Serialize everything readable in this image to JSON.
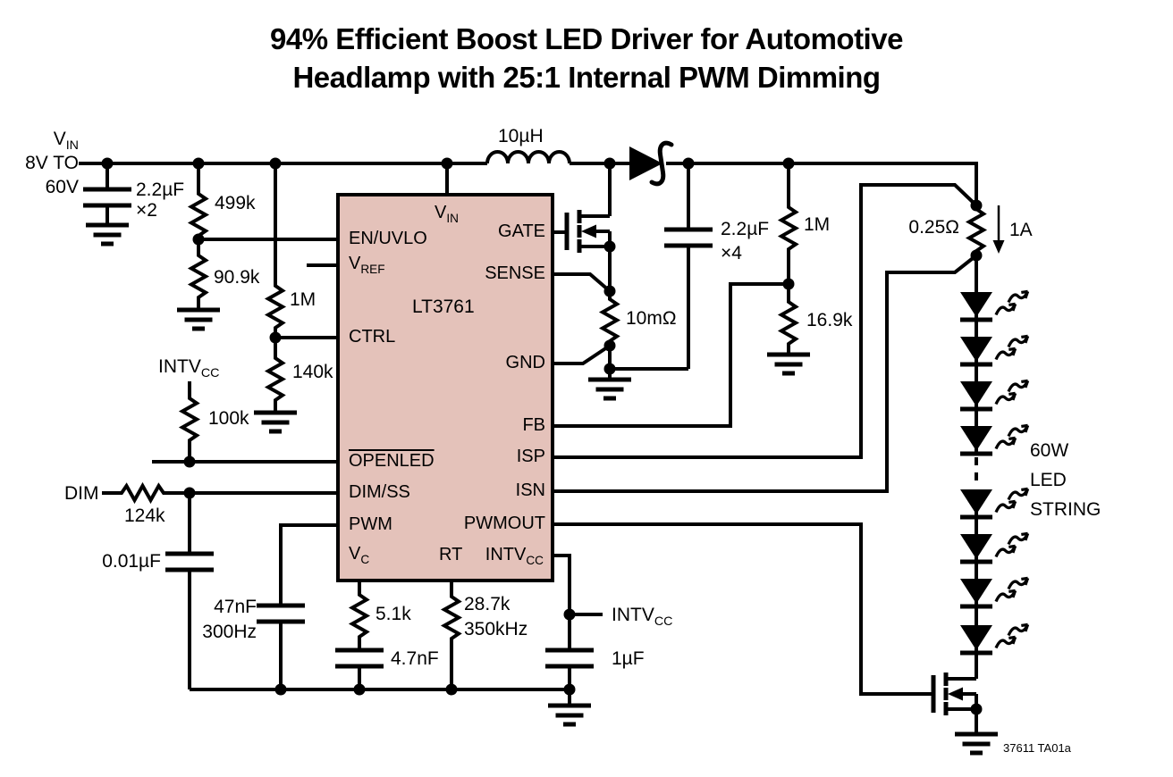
{
  "title": {
    "line1": "94% Efficient Boost LED Driver for Automotive",
    "line2": "Headlamp with 25:1 Internal PWM Dimming"
  },
  "source": {
    "vin": {
      "base": "V",
      "sub": "IN"
    },
    "range1": "8V TO",
    "range2": "60V"
  },
  "ic": {
    "name": "LT3761",
    "pins": {
      "vin": {
        "base": "V",
        "sub": "IN"
      },
      "en_uvlo": "EN/UVLO",
      "vref": {
        "base": "V",
        "sub": "REF"
      },
      "ctrl": "CTRL",
      "openled": "OPENLED",
      "dim_ss": "DIM/SS",
      "pwm": "PWM",
      "vc": {
        "base": "V",
        "sub": "C"
      },
      "rt": "RT",
      "intvcc": {
        "base": "INTV",
        "sub": "CC"
      },
      "gate": "GATE",
      "sense": "SENSE",
      "gnd": "GND",
      "fb": "FB",
      "isp": "ISP",
      "isn": "ISN",
      "pwmout": "PWMOUT"
    }
  },
  "components": {
    "input_cap": {
      "value": "2.2µF",
      "mult": "×2"
    },
    "r_uvlo_top": "499k",
    "r_uvlo_bottom": "90.9k",
    "r_ctrl_top": "1M",
    "r_ctrl_bottom": "140k",
    "r_openled_pullup": "100k",
    "r_dim": "124k",
    "c_softstart": "0.01µF",
    "c_pwm": {
      "value": "47nF",
      "freq": "300Hz"
    },
    "r_vc": "5.1k",
    "c_vc": "4.7nF",
    "r_rt": {
      "value": "28.7k",
      "freq": "350kHz"
    },
    "c_intvcc": "1µF",
    "inductor": "10µH",
    "r_sense": "10mΩ",
    "output_cap": {
      "value": "2.2µF",
      "mult": "×4"
    },
    "r_fb_top": "1M",
    "r_fb_bottom": "16.9k",
    "r_led_sense": "0.25Ω"
  },
  "nets": {
    "intvcc": {
      "base": "INTV",
      "sub": "CC"
    },
    "dim": "DIM"
  },
  "led_string": {
    "label1": "60W",
    "label2": "LED",
    "label3": "STRING",
    "current": "1A",
    "visible_led_count": 8
  },
  "footer": {
    "doc_id": "37611 TA01a"
  },
  "colors": {
    "ic_fill": "#e4c2ba",
    "line": "#000000",
    "background": "#ffffff"
  }
}
